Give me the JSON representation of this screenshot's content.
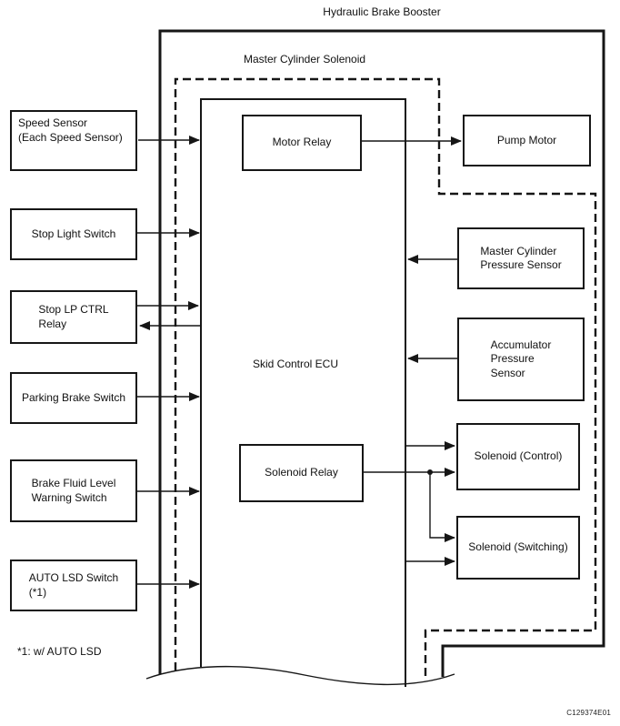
{
  "diagram": {
    "title": "Hydraulic Brake Booster",
    "group_label": "Master Cylinder Solenoid",
    "ecu_label": "Skid Control ECU",
    "footnote": "*1: w/ AUTO LSD",
    "figure_code": "C129374E01",
    "colors": {
      "line": "#161616",
      "background": "#ffffff",
      "text": "#111111"
    },
    "left_boxes": [
      {
        "id": "speed-sensor",
        "lines": [
          "Speed Sensor",
          "(Each Speed Sensor)"
        ]
      },
      {
        "id": "stop-light-switch",
        "lines": [
          "Stop Light Switch"
        ]
      },
      {
        "id": "stop-lp-ctrl-relay",
        "lines": [
          "Stop LP CTRL",
          "Relay"
        ]
      },
      {
        "id": "parking-brake-switch",
        "lines": [
          "Parking Brake Switch"
        ]
      },
      {
        "id": "brake-fluid-level-warning-switch",
        "lines": [
          "Brake Fluid Level",
          "Warning Switch"
        ]
      },
      {
        "id": "auto-lsd-switch",
        "lines": [
          "AUTO LSD Switch",
          "(*1)"
        ]
      }
    ],
    "inner_boxes": [
      {
        "id": "motor-relay",
        "lines": [
          "Motor Relay"
        ]
      },
      {
        "id": "solenoid-relay",
        "lines": [
          "Solenoid Relay"
        ]
      }
    ],
    "right_boxes": [
      {
        "id": "pump-motor",
        "lines": [
          "Pump Motor"
        ]
      },
      {
        "id": "master-cylinder-pressure-sensor",
        "lines": [
          "Master Cylinder",
          "Pressure Sensor"
        ]
      },
      {
        "id": "accumulator-pressure-sensor",
        "lines": [
          "Accumulator",
          "Pressure",
          "Sensor"
        ]
      },
      {
        "id": "solenoid-control",
        "lines": [
          "Solenoid (Control)"
        ]
      },
      {
        "id": "solenoid-switching",
        "lines": [
          "Solenoid (Switching)"
        ]
      }
    ],
    "connections": [
      {
        "from": "Speed Sensor (Each Speed Sensor)",
        "to": "Skid Control ECU",
        "direction": "right"
      },
      {
        "from": "Stop Light Switch",
        "to": "Skid Control ECU",
        "direction": "right"
      },
      {
        "from": "Stop LP CTRL Relay",
        "to": "Skid Control ECU",
        "direction": "right"
      },
      {
        "from": "Skid Control ECU",
        "to": "Stop LP CTRL Relay",
        "direction": "left"
      },
      {
        "from": "Parking Brake Switch",
        "to": "Skid Control ECU",
        "direction": "right"
      },
      {
        "from": "Brake Fluid Level Warning Switch",
        "to": "Skid Control ECU",
        "direction": "right"
      },
      {
        "from": "AUTO LSD Switch (*1)",
        "to": "Skid Control ECU",
        "direction": "right"
      },
      {
        "from": "Motor Relay",
        "to": "Pump Motor",
        "direction": "right"
      },
      {
        "from": "Master Cylinder Pressure Sensor",
        "to": "Skid Control ECU",
        "direction": "left"
      },
      {
        "from": "Accumulator Pressure Sensor",
        "to": "Skid Control ECU",
        "direction": "left"
      },
      {
        "from": "Skid Control ECU",
        "to": "Solenoid (Control)",
        "direction": "right"
      },
      {
        "from": "Solenoid Relay",
        "to": "Solenoid (Control)",
        "direction": "right"
      },
      {
        "from": "Solenoid Relay",
        "to": "Solenoid (Switching)",
        "direction": "right"
      },
      {
        "from": "Skid Control ECU",
        "to": "Solenoid (Switching)",
        "direction": "right"
      }
    ]
  }
}
